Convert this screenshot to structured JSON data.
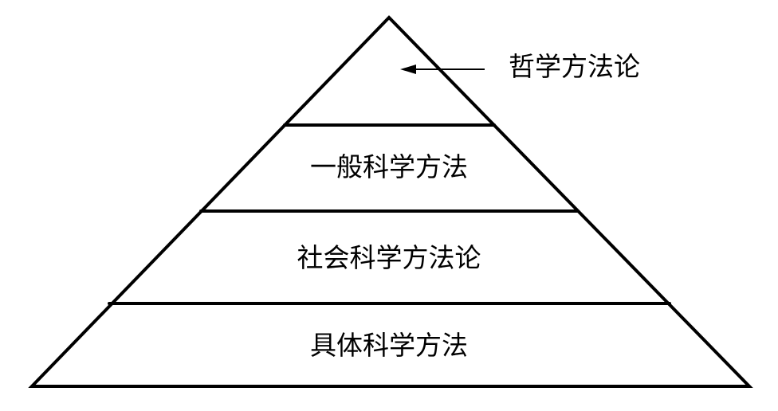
{
  "diagram": {
    "type": "pyramid",
    "levels": [
      {
        "label": "具体科学方法"
      },
      {
        "label": "社会科学方法论"
      },
      {
        "label": "一般科学方法"
      },
      {
        "label": "哲学方法论"
      }
    ],
    "top_annotation": "哲学方法论",
    "line_color": "#000000",
    "background": "#ffffff"
  }
}
